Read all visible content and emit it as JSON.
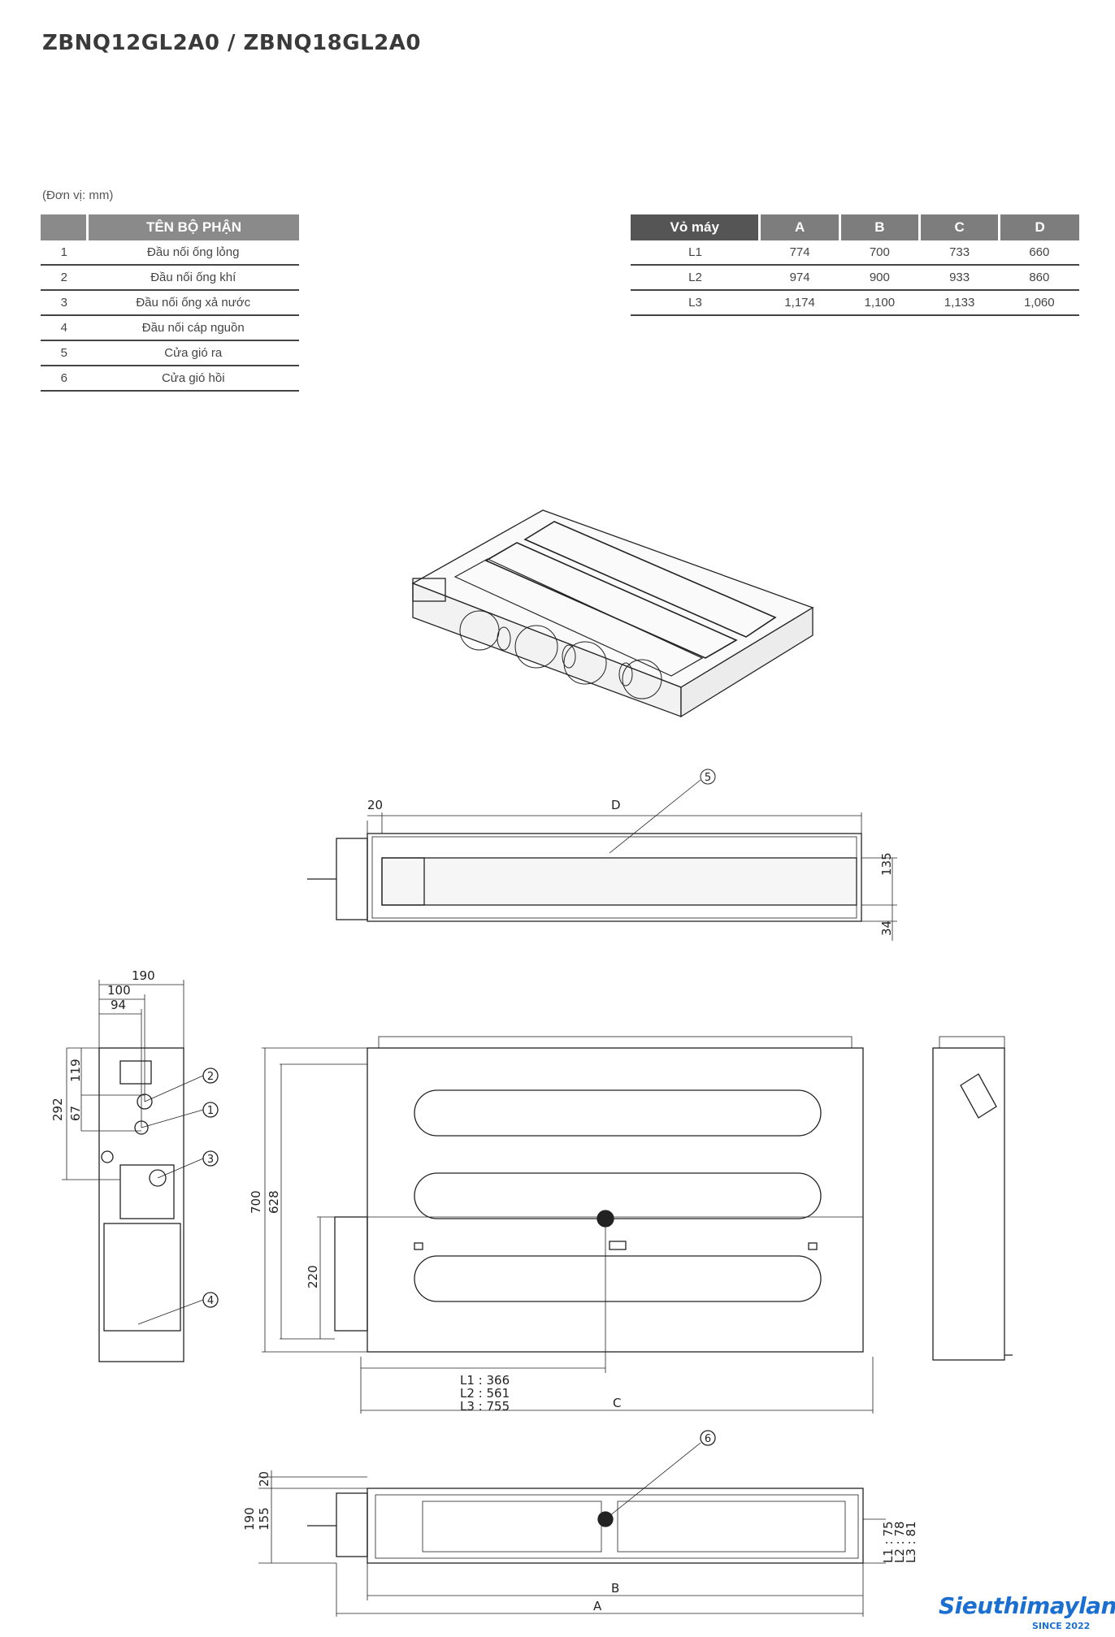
{
  "header": {
    "title": "ZBNQ12GL2A0 / ZBNQ18GL2A0"
  },
  "unit_note": "(Đơn vị: mm)",
  "parts_table": {
    "headers": [
      "",
      "TÊN BỘ PHẬN"
    ],
    "rows": [
      [
        "1",
        "Đầu nối ống lỏng"
      ],
      [
        "2",
        "Đầu nối ống khí"
      ],
      [
        "3",
        "Đầu nối ống xả nước"
      ],
      [
        "4",
        "Đầu nối cáp nguồn"
      ],
      [
        "5",
        "Cửa gió ra"
      ],
      [
        "6",
        "Cửa gió hồi"
      ]
    ]
  },
  "dimension_table": {
    "headers": [
      "Vỏ máy",
      "A",
      "B",
      "C",
      "D"
    ],
    "rows": [
      [
        "L1",
        "774",
        "700",
        "733",
        "660"
      ],
      [
        "L2",
        "974",
        "900",
        "933",
        "860"
      ],
      [
        "L3",
        "1,174",
        "1,100",
        "1,133",
        "1,060"
      ]
    ]
  },
  "drawing_labels": {
    "front_20": "20",
    "front_D": "D",
    "front_135": "135",
    "front_34": "34",
    "side_190": "190",
    "side_100": "100",
    "side_94": "94",
    "side_119": "119",
    "side_67": "67",
    "side_292": "292",
    "main_700": "700",
    "main_628": "628",
    "main_220": "220",
    "main_L1": "L1 : 366",
    "main_L2": "L2 : 561",
    "main_L3": "L3 : 755",
    "main_C": "C",
    "bottom_20": "20",
    "bottom_190": "190",
    "bottom_155": "155",
    "bottom_L1": "L1 : 75",
    "bottom_L2": "L2 : 78",
    "bottom_L3": "L3 : 81",
    "bottom_B": "B",
    "bottom_A": "A",
    "callout_1": "1",
    "callout_2": "2",
    "callout_3": "3",
    "callout_4": "4",
    "callout_5": "5",
    "callout_6": "6"
  },
  "brand": {
    "name": "Sieuthimaylanh",
    "tagline": "SINCE 2022",
    "color": "#1b6fd1"
  }
}
